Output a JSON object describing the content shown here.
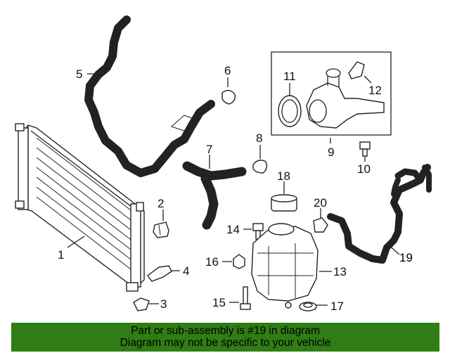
{
  "labels": {
    "p1": "1",
    "p2": "2",
    "p3": "3",
    "p4": "4",
    "p5": "5",
    "p6": "6",
    "p7": "7",
    "p8": "8",
    "p9": "9",
    "p10": "10",
    "p11": "11",
    "p12": "12",
    "p13": "13",
    "p14": "14",
    "p15": "15",
    "p16": "16",
    "p17": "17",
    "p18": "18",
    "p19": "19",
    "p20": "20"
  },
  "highlight_color": "#1e6b0c",
  "banner": {
    "line1": "Part or sub-assembly is #19 in diagram",
    "line2": "Diagram may not be specific to your vehicle",
    "color": "#2f7d14"
  }
}
